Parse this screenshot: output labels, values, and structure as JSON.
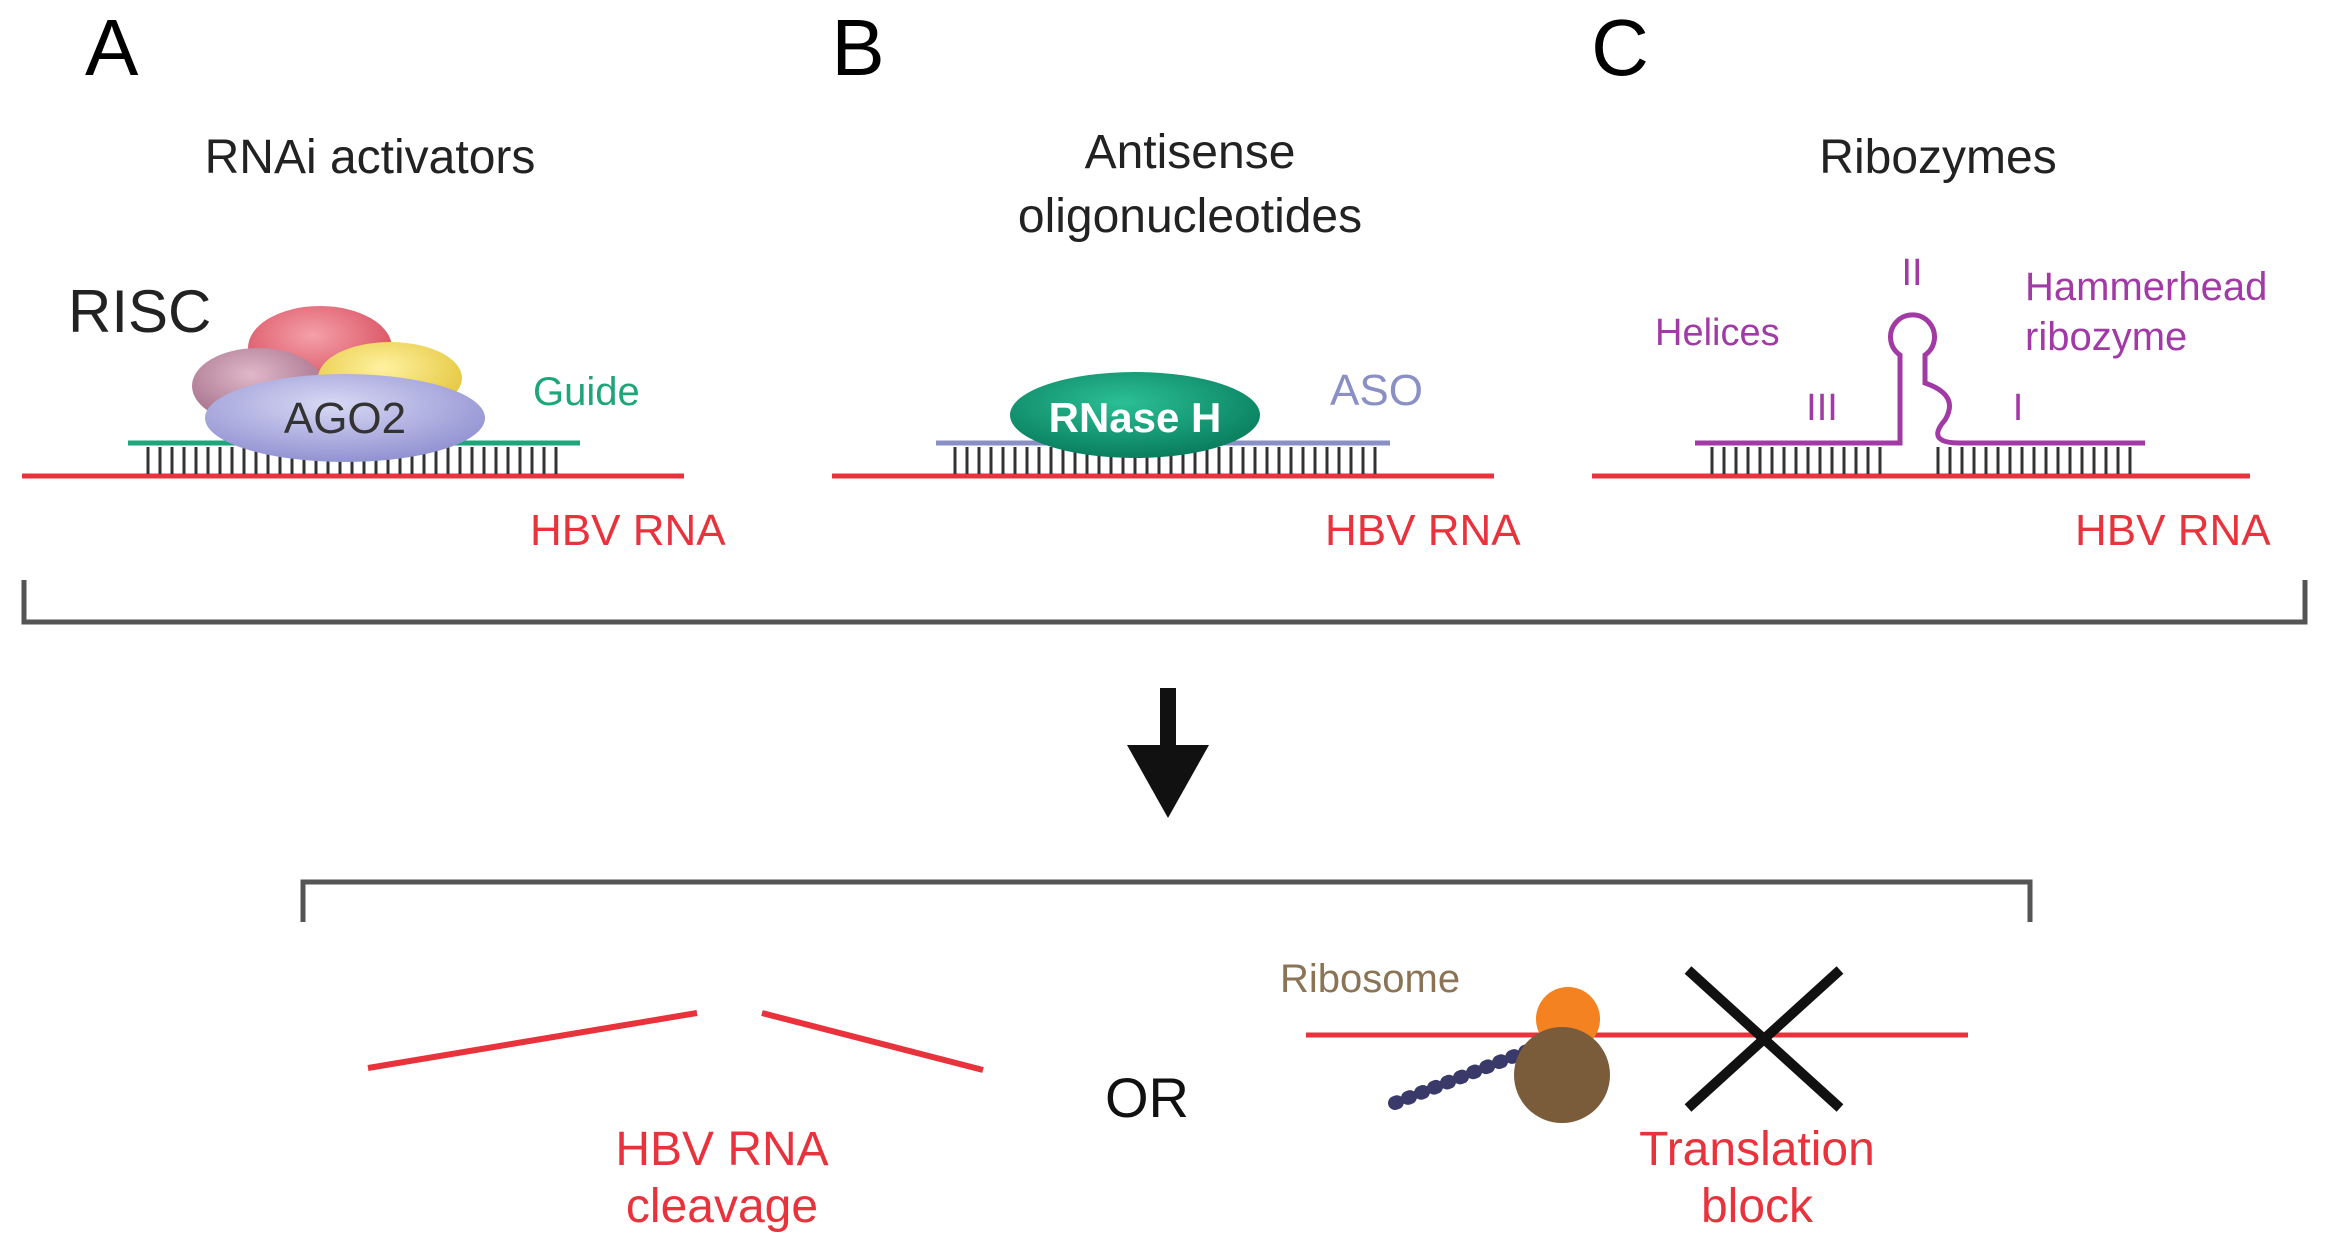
{
  "panels": {
    "a": {
      "letter": "A",
      "title": "RNAi activators",
      "complex_label": "RISC",
      "protein_label": "AGO2",
      "strand_label": "Guide",
      "target_label": "HBV RNA"
    },
    "b": {
      "letter": "B",
      "title_line1": "Antisense",
      "title_line2": "oligonucleotides",
      "enzyme_label": "RNase H",
      "strand_label": "ASO",
      "target_label": "HBV RNA"
    },
    "c": {
      "letter": "C",
      "title": "Ribozymes",
      "helices_label": "Helices",
      "helix_1": "I",
      "helix_2": "II",
      "helix_3": "III",
      "ribozyme_line1": "Hammerhead",
      "ribozyme_line2": "ribozyme",
      "target_label": "HBV RNA"
    }
  },
  "outcome": {
    "cleavage_line1": "HBV RNA",
    "cleavage_line2": "cleavage",
    "or_label": "OR",
    "ribosome_label": "Ribosome",
    "block_line1": "Translation",
    "block_line2": "block"
  },
  "colors": {
    "rna": "#e8333c",
    "guide": "#1fa57a",
    "aso": "#8a8fc4",
    "rnase_h": "#0d8a6a",
    "ribozyme": "#a23aa6",
    "bracket": "#555555",
    "ribosome_label": "#8b7355",
    "ribosome_small": "#f58220",
    "ribosome_large": "#7a5c3a"
  }
}
